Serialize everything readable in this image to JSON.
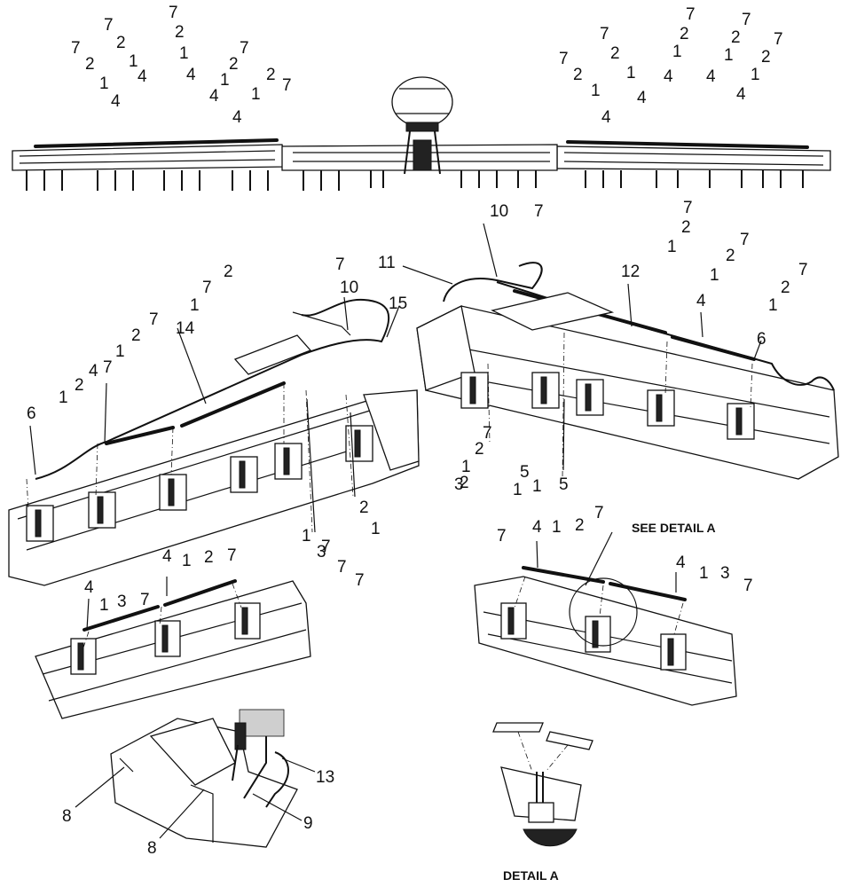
{
  "callouts": [
    {
      "label": "7"
    },
    {
      "label": "7"
    },
    {
      "label": "2"
    },
    {
      "label": "7"
    },
    {
      "label": "2"
    },
    {
      "label": "1"
    },
    {
      "label": "4"
    },
    {
      "label": "2"
    },
    {
      "label": "1"
    },
    {
      "label": "4"
    },
    {
      "label": "1"
    },
    {
      "label": "4"
    },
    {
      "label": "4"
    },
    {
      "label": "7"
    },
    {
      "label": "2"
    },
    {
      "label": "1"
    },
    {
      "label": "7"
    },
    {
      "label": "4"
    },
    {
      "label": "2"
    },
    {
      "label": "1"
    },
    {
      "label": "7"
    },
    {
      "label": "2"
    },
    {
      "label": "1"
    },
    {
      "label": "4"
    },
    {
      "label": "7"
    },
    {
      "label": "2"
    },
    {
      "label": "1"
    },
    {
      "label": "4"
    },
    {
      "label": "7"
    },
    {
      "label": "2"
    },
    {
      "label": "1"
    },
    {
      "label": "4"
    },
    {
      "label": "7"
    },
    {
      "label": "2"
    },
    {
      "label": "1"
    },
    {
      "label": "4"
    },
    {
      "label": "7"
    },
    {
      "label": "2"
    },
    {
      "label": "1"
    },
    {
      "label": "4"
    },
    {
      "label": "10"
    },
    {
      "label": "7"
    },
    {
      "label": "7"
    },
    {
      "label": "2"
    },
    {
      "label": "1"
    },
    {
      "label": "7"
    },
    {
      "label": "11"
    },
    {
      "label": "12"
    },
    {
      "label": "2"
    },
    {
      "label": "1"
    },
    {
      "label": "7"
    },
    {
      "label": "4"
    },
    {
      "label": "2"
    },
    {
      "label": "1"
    },
    {
      "label": "6"
    },
    {
      "label": "7"
    },
    {
      "label": "10"
    },
    {
      "label": "2"
    },
    {
      "label": "7"
    },
    {
      "label": "1"
    },
    {
      "label": "15"
    },
    {
      "label": "7"
    },
    {
      "label": "14"
    },
    {
      "label": "2"
    },
    {
      "label": "1"
    },
    {
      "label": "7"
    },
    {
      "label": "4"
    },
    {
      "label": "2"
    },
    {
      "label": "1"
    },
    {
      "label": "6"
    },
    {
      "label": "1"
    },
    {
      "label": "2"
    },
    {
      "label": "7"
    },
    {
      "label": "2"
    },
    {
      "label": "1"
    },
    {
      "label": "7"
    },
    {
      "label": "7"
    },
    {
      "label": "3"
    },
    {
      "label": "1"
    },
    {
      "label": "5"
    },
    {
      "label": "1"
    },
    {
      "label": "2"
    },
    {
      "label": "7"
    },
    {
      "label": "5"
    },
    {
      "label": "1"
    },
    {
      "label": "3"
    },
    {
      "label": "7"
    },
    {
      "label": "4"
    },
    {
      "label": "1"
    },
    {
      "label": "2"
    },
    {
      "label": "7"
    },
    {
      "label": "4"
    },
    {
      "label": "1"
    },
    {
      "label": "3"
    },
    {
      "label": "7"
    },
    {
      "label": "4"
    },
    {
      "label": "1"
    },
    {
      "label": "2"
    },
    {
      "label": "7"
    },
    {
      "label": "4"
    },
    {
      "label": "1"
    },
    {
      "label": "3"
    },
    {
      "label": "7"
    },
    {
      "label": "13"
    },
    {
      "label": "8"
    },
    {
      "label": "9"
    },
    {
      "label": "8"
    }
  ],
  "notes": {
    "see_detail": "SEE DETAIL  A",
    "detail_title": "DETAIL  A"
  }
}
